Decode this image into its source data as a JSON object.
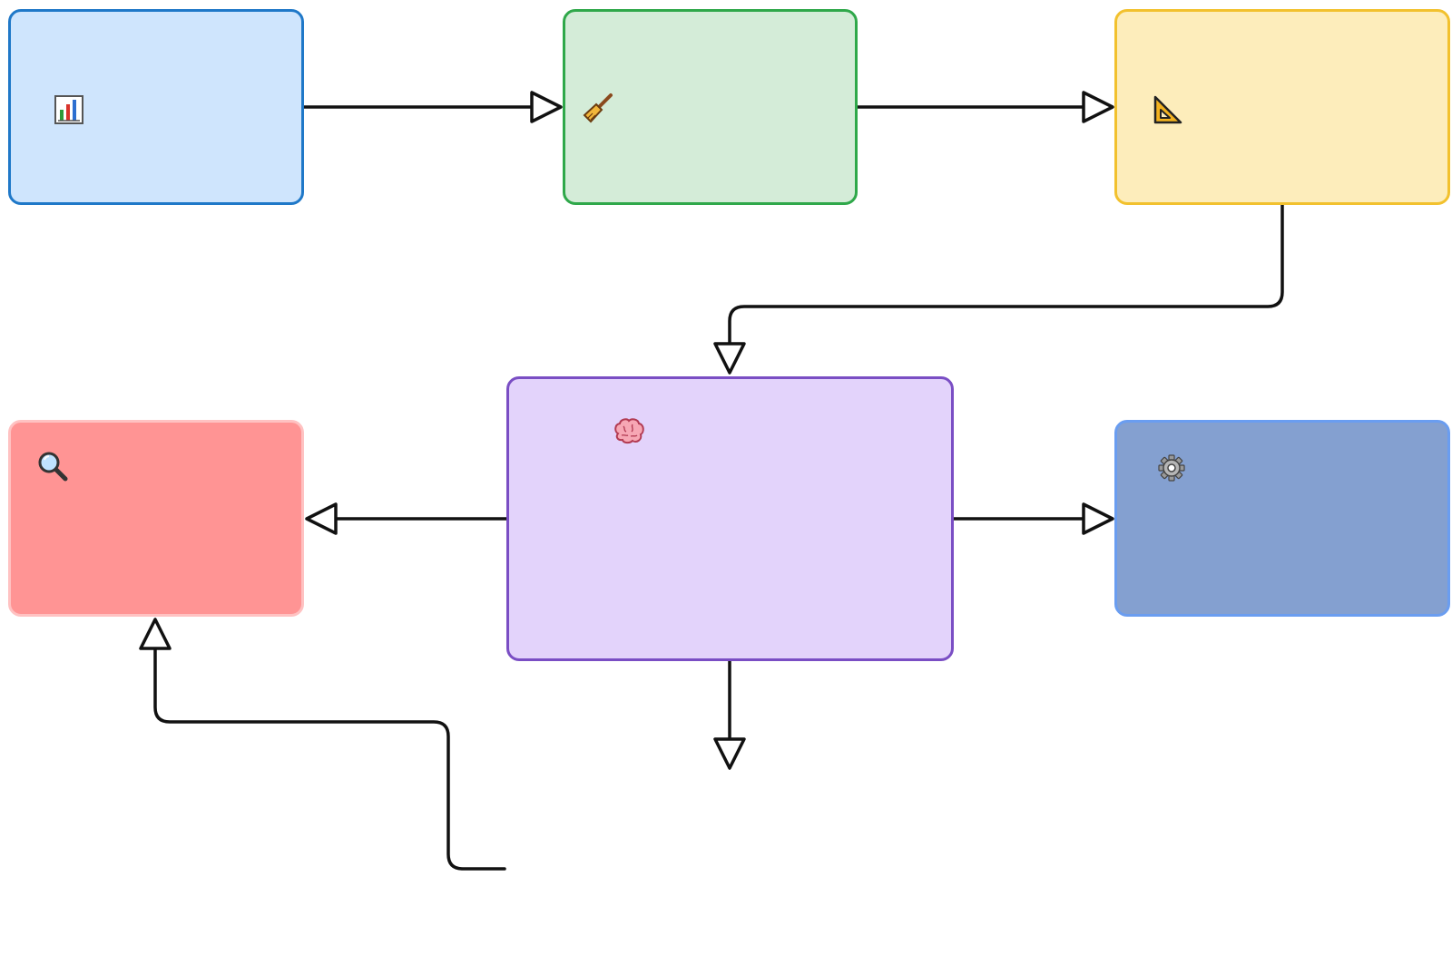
{
  "nodes": [
    {
      "id": "data-collection",
      "icon": "bar-chart-icon",
      "fill": "#cfe5fd",
      "stroke": "#1f78c8"
    },
    {
      "id": "preprocessing",
      "icon": "broom-icon",
      "fill": "#d4ecd8",
      "stroke": "#2fa84a"
    },
    {
      "id": "feature-eng",
      "icon": "triangle-ruler-icon",
      "fill": "#fdedbb",
      "stroke": "#f2c12e"
    },
    {
      "id": "model-training",
      "icon": "brain-icon",
      "fill": "#e3d3fb",
      "stroke": "#7a4ec4"
    },
    {
      "id": "evaluation",
      "icon": "magnifier-icon",
      "fill": "#ff9494",
      "stroke": "#ffc2c2"
    },
    {
      "id": "deployment",
      "icon": "gear-icon",
      "fill": "#84a0d0",
      "stroke": "#6a9df0"
    }
  ],
  "edges": [
    {
      "from": "data-collection",
      "to": "preprocessing"
    },
    {
      "from": "preprocessing",
      "to": "feature-eng"
    },
    {
      "from": "feature-eng",
      "to": "model-training"
    },
    {
      "from": "model-training",
      "to": "evaluation"
    },
    {
      "from": "model-training",
      "to": "deployment"
    },
    {
      "from": "model-training",
      "to": ""
    },
    {
      "from": "",
      "to": "evaluation"
    }
  ],
  "colors": {
    "edge": "#111111",
    "arrowhead_fill": "#ffffff"
  }
}
